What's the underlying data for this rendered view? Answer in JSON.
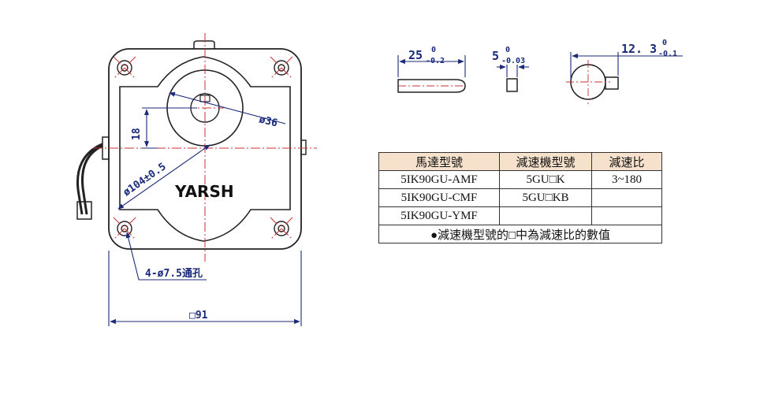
{
  "front_view": {
    "brand": "YARSH",
    "dim_18": "18",
    "dim_36": "ø36",
    "dim_104": "ø104±0.5",
    "holes_label": "4-ø7.5通孔",
    "square_91": "□91"
  },
  "shaft_details": {
    "len_main": "25",
    "len_up": "0",
    "len_low": "-0.2",
    "key_main": "5",
    "key_up": "0",
    "key_low": "-0.03",
    "d_main": "12. 3",
    "d_up": "0",
    "d_low": "-0.1"
  },
  "spec_table": {
    "headers": [
      "馬達型號",
      "減速機型號",
      "減速比"
    ],
    "rows": [
      [
        "5IK90GU-AMF",
        "5GU□K",
        "3~180"
      ],
      [
        "5IK90GU-CMF",
        "5GU□KB",
        ""
      ],
      [
        "5IK90GU-YMF",
        "",
        ""
      ]
    ],
    "note": "●減速機型號的□中為減速比的數值"
  }
}
